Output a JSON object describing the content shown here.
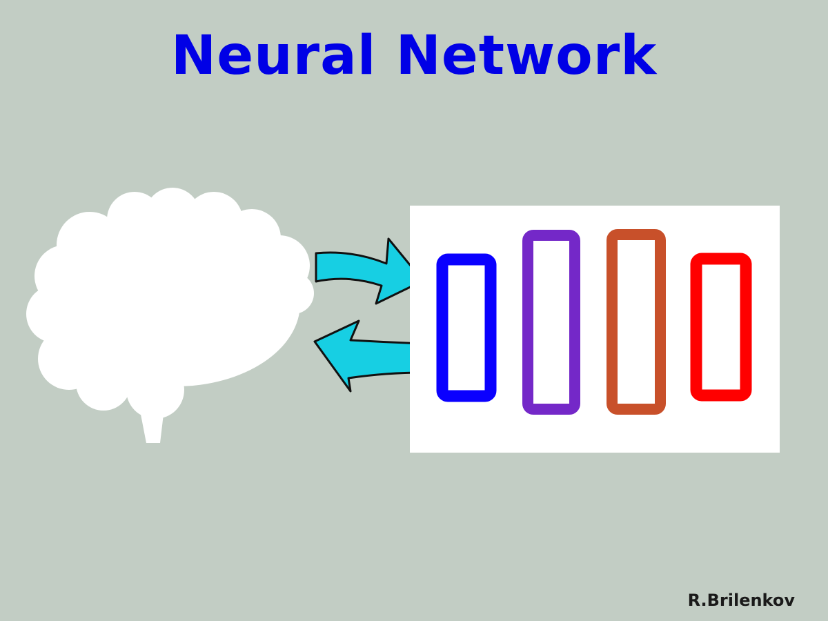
{
  "title": "Neural Network",
  "author": "R.Brilenkov",
  "colors": {
    "background": "#c2cdc4",
    "title": "#0000e6",
    "brain": "#ffffff",
    "arrow_fill": "#17cfe3",
    "arrow_outline": "#111111",
    "panel": "#ffffff",
    "layer_1": "#0a00ff",
    "layer_2": "#7428c8",
    "layer_3": "#c8502a",
    "layer_4": "#ff0000"
  },
  "icons": [
    "brain-icon",
    "arrow-to-network-icon",
    "arrow-to-brain-icon"
  ],
  "layers": [
    "layer_1",
    "layer_2",
    "layer_3",
    "layer_4"
  ]
}
